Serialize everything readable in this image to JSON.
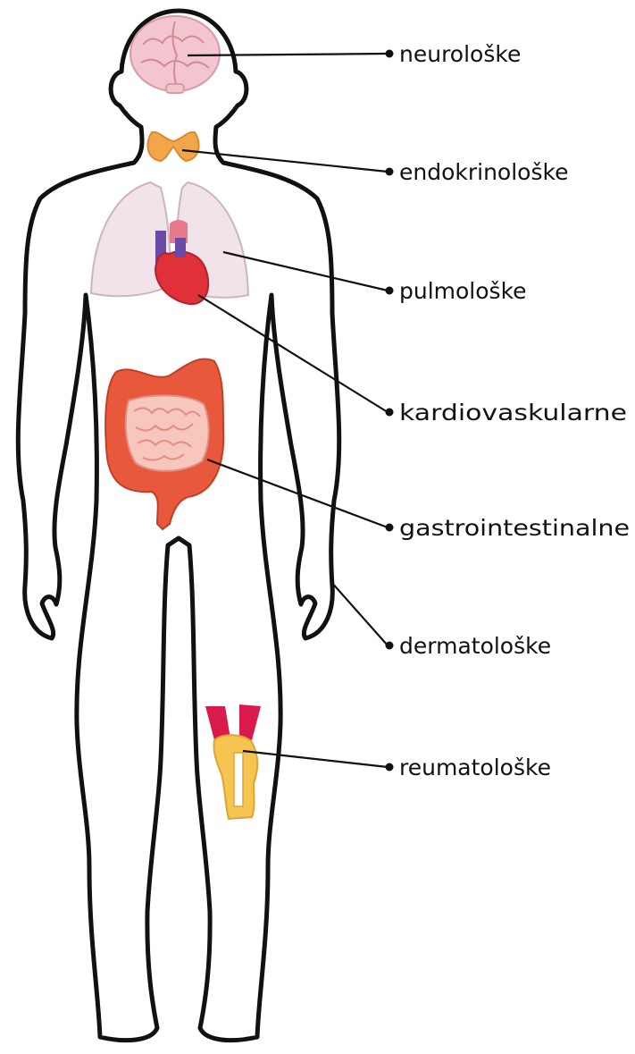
{
  "labels": {
    "neuro": "neurološke",
    "endo": "endokrinološke",
    "pulmo": "pulmološke",
    "cardio": "kardiovaskularne",
    "gastro": "gastrointestinalne",
    "derma": "dermatološke",
    "reuma": "reumatološke"
  },
  "colors": {
    "outline": "#111111",
    "brain": "#f3c6cf",
    "thyroid": "#f2a64a",
    "lungs": "#f1e3ea",
    "heart": "#e0303a",
    "heart_vessel": "#6b4aa8",
    "intestine_large": "#e8583c",
    "intestine_small": "#f7c7bd",
    "muscle": "#d91a4a",
    "bone": "#f5c451"
  }
}
